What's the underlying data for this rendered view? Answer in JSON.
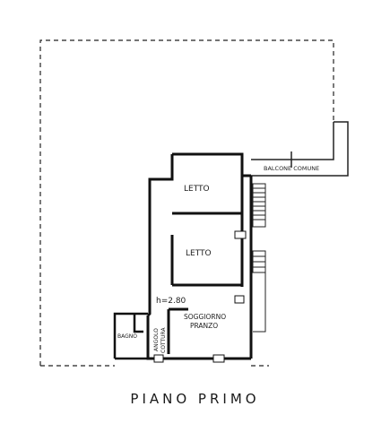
{
  "title": "PIANO PRIMO",
  "rooms": {
    "letto_top": "LETTO",
    "letto_mid": "LETTO",
    "soggiorno_line1": "SOGGIORNO",
    "soggiorno_line2": "PRANZO",
    "angolo_line1": "ANGOLO",
    "angolo_line2": "COTTURA",
    "bagno": "BAGNO"
  },
  "balcony": "BALCONE COMUNE",
  "height_note": "h=2.80"
}
